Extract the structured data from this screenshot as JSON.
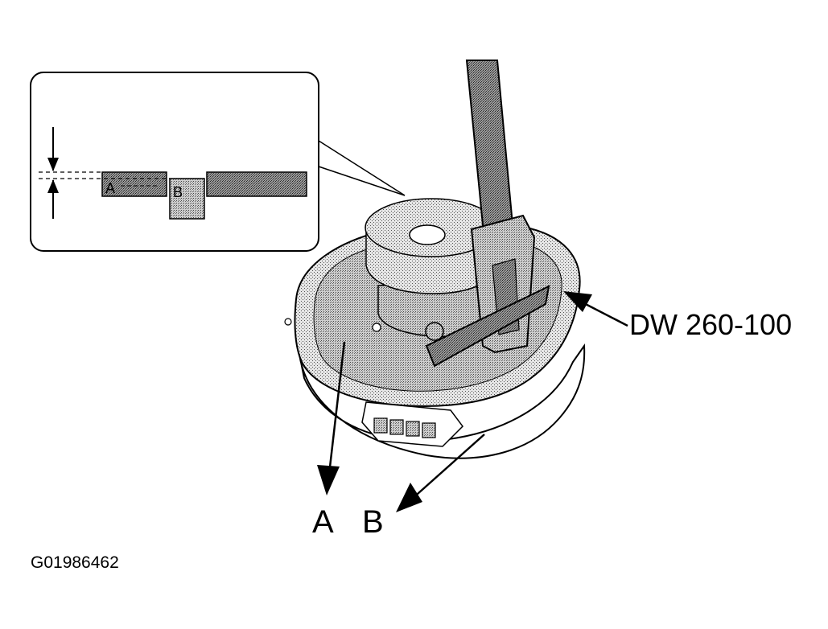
{
  "labels": {
    "tool": "DW 260-100",
    "point_a": "A",
    "point_b": "B",
    "inset_a": "A",
    "inset_b": "B",
    "figure_id": "G01986462"
  },
  "colors": {
    "line": "#000000",
    "stipple_light": "#d9d9d9",
    "stipple_dark": "#a6a6a6",
    "background": "#ffffff"
  }
}
